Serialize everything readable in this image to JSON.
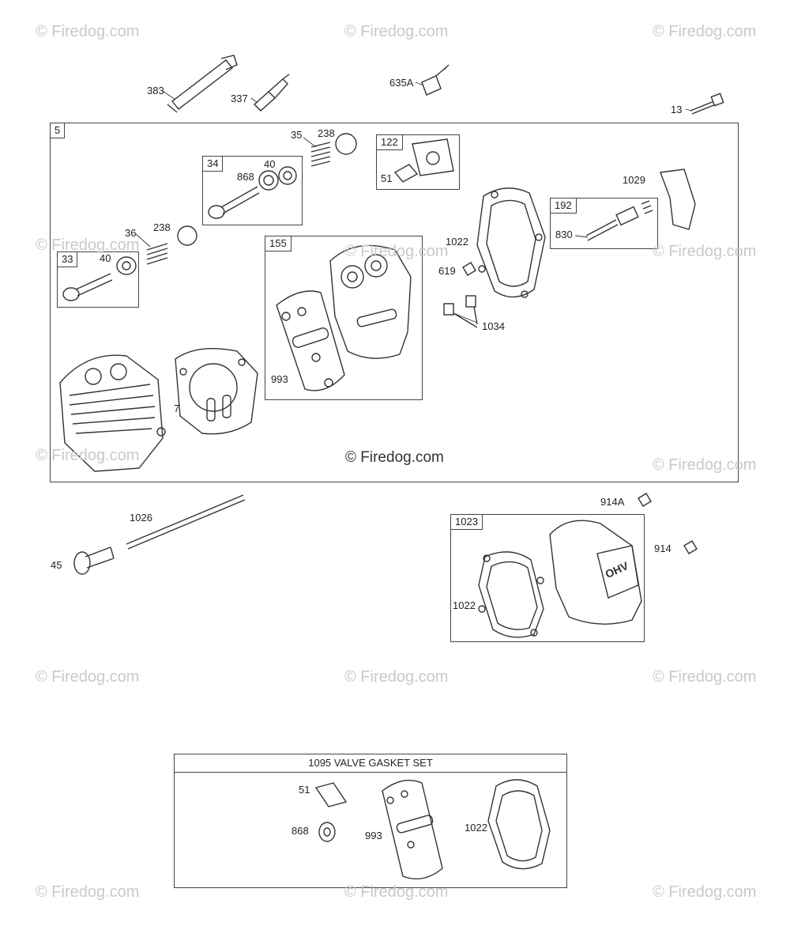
{
  "watermark": "© Firedog.com",
  "center_watermark": "© Firedog.com",
  "box_tags": {
    "main": "5",
    "b34": "34",
    "b33": "33",
    "b122": "122",
    "b155": "155",
    "b192": "192",
    "b1023": "1023"
  },
  "gasket_set_title": "1095 VALVE GASKET SET",
  "labels": {
    "p383": "383",
    "p337": "337",
    "p635a": "635A",
    "p13": "13",
    "p35": "35",
    "p238a": "238",
    "p868a": "868",
    "p40a": "40",
    "p51a": "51",
    "p1029": "1029",
    "p830": "830",
    "p36": "36",
    "p238b": "238",
    "p40b": "40",
    "p1022a": "1022",
    "p619": "619",
    "p1034": "1034",
    "p993a": "993",
    "p7": "7",
    "p1026": "1026",
    "p45": "45",
    "p914a": "914A",
    "p914": "914",
    "p1022b": "1022",
    "p51b": "51",
    "p868b": "868",
    "p993b": "993",
    "p1022c": "1022"
  }
}
